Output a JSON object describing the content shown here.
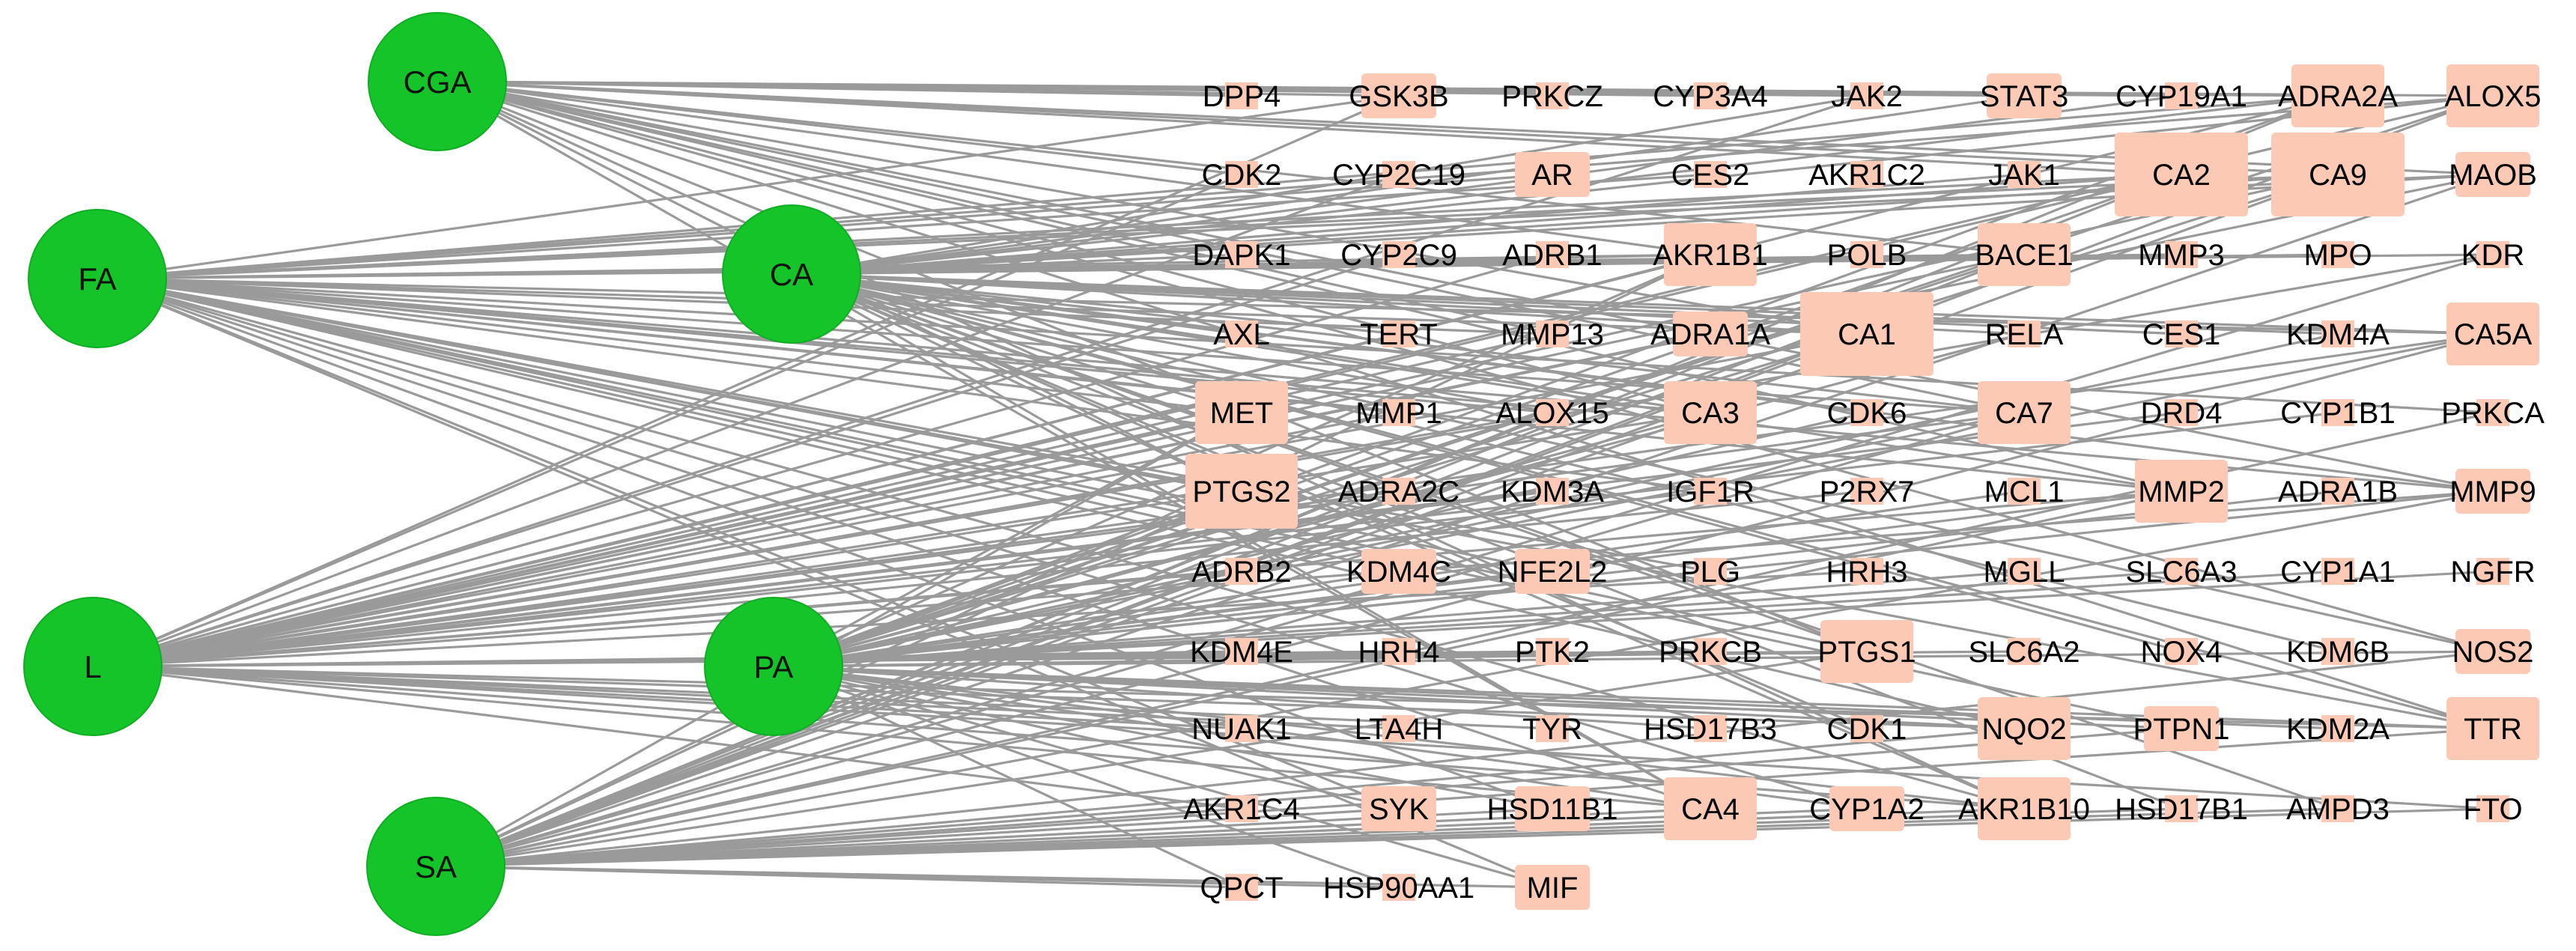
{
  "colors": {
    "compound_fill": "#14c428",
    "target_fill": "#fcc9b4",
    "edge": "#9a9a9a",
    "label": "#000000"
  },
  "compounds": [
    {
      "id": "CGA",
      "label": "CGA"
    },
    {
      "id": "FA",
      "label": "FA"
    },
    {
      "id": "CA",
      "label": "CA"
    },
    {
      "id": "L",
      "label": "L"
    },
    {
      "id": "PA",
      "label": "PA"
    },
    {
      "id": "SA",
      "label": "SA"
    }
  ],
  "targets": [
    [
      "DPP4",
      "GSK3B",
      "PRKCZ",
      "CYP3A4",
      "JAK2",
      "STAT3",
      "CYP19A1",
      "ADRA2A",
      "ALOX5"
    ],
    [
      "CDK2",
      "CYP2C19",
      "AR",
      "CES2",
      "AKR1C2",
      "JAK1",
      "CA2",
      "CA9",
      "MAOB"
    ],
    [
      "DAPK1",
      "CYP2C9",
      "ADRB1",
      "AKR1B1",
      "POLB",
      "BACE1",
      "MMP3",
      "MPO",
      "KDR"
    ],
    [
      "AXL",
      "TERT",
      "MMP13",
      "ADRA1A",
      "CA1",
      "RELA",
      "CES1",
      "KDM4A",
      "CA5A"
    ],
    [
      "MET",
      "MMP1",
      "ALOX15",
      "CA3",
      "CDK6",
      "CA7",
      "DRD4",
      "CYP1B1",
      "PRKCA"
    ],
    [
      "PTGS2",
      "ADRA2C",
      "KDM3A",
      "IGF1R",
      "P2RX7",
      "MCL1",
      "MMP2",
      "ADRA1B",
      "MMP9"
    ],
    [
      "ADRB2",
      "KDM4C",
      "NFE2L2",
      "PLG",
      "HRH3",
      "MGLL",
      "SLC6A3",
      "CYP1A1",
      "NGFR"
    ],
    [
      "KDM4E",
      "HRH4",
      "PTK2",
      "PRKCB",
      "PTGS1",
      "SLC6A2",
      "NOX4",
      "KDM6B",
      "NOS2"
    ],
    [
      "NUAK1",
      "LTA4H",
      "TYR",
      "HSD17B3",
      "CDK1",
      "NQO2",
      "PTPN1",
      "KDM2A",
      "TTR"
    ],
    [
      "AKR1C4",
      "SYK",
      "HSD11B1",
      "CA4",
      "CYP1A2",
      "AKR1B10",
      "HSD17B1",
      "AMPD3",
      "FTO"
    ],
    [
      "QPCT",
      "HSP90AA1",
      "MIF"
    ]
  ],
  "node_size": {
    "CA2": 4,
    "CA9": 4,
    "CA1": 4,
    "PTGS2": 3,
    "CA3": 2,
    "CA7": 2,
    "CA4": 2,
    "AKR1B10": 2,
    "AKR1B1": 2,
    "BACE1": 2,
    "PTGS1": 2,
    "MMP2": 2,
    "MET": 2,
    "ALOX5": 2,
    "CA5A": 2,
    "TTR": 2,
    "ADRA2A": 2,
    "NQO2": 2,
    "MAOB": 1,
    "MMP9": 1,
    "NOS2": 1,
    "CYP1A2": 1,
    "PTPN1": 1,
    "GSK3B": 1,
    "KDM4C": 1,
    "NFE2L2": 1,
    "MIF": 1,
    "SYK": 1,
    "HSD11B1": 1,
    "ADRA1A": 1,
    "STAT3": 1,
    "AR": 1
  },
  "edges": {
    "CGA": [
      "DPP4",
      "GSK3B",
      "CYP3A4",
      "JAK2",
      "STAT3",
      "CYP19A1",
      "ADRA2A",
      "ALOX5",
      "CA2",
      "CA9",
      "MAOB",
      "AKR1B1",
      "BACE1",
      "CA1",
      "CA3",
      "CA7",
      "MMP2",
      "PTGS2",
      "MMP9",
      "PTGS1",
      "NOS2",
      "TTR",
      "CA4",
      "AKR1B10",
      "MMP13",
      "CDK2"
    ],
    "FA": [
      "CA1",
      "CA2",
      "CA3",
      "CA4",
      "CA5A",
      "CA7",
      "CA9",
      "MMP2",
      "MMP9",
      "PTGS1",
      "PTGS2",
      "AKR1B1",
      "AKR1B10",
      "BACE1",
      "MMP1",
      "MMP3",
      "MMP13",
      "TTR",
      "ALOX5",
      "ADRA2A",
      "AR",
      "ALOX15",
      "KDM4C",
      "NFE2L2",
      "MET",
      "HSD11B1",
      "SYK",
      "MIF",
      "NQO2",
      "PTPN1",
      "CYP1A2",
      "KDR",
      "MAOB",
      "GSK3B",
      "CES2",
      "PRKCA",
      "PLG",
      "IGF1R"
    ],
    "CA": [
      "CA1",
      "CA2",
      "CA3",
      "CA4",
      "CA5A",
      "CA7",
      "CA9",
      "MMP2",
      "MMP9",
      "PTGS1",
      "PTGS2",
      "AKR1B1",
      "AKR1B10",
      "BACE1",
      "RELA",
      "STAT3",
      "ALOX5",
      "ADRA2A",
      "MAOB",
      "TTR",
      "NOS2",
      "MET",
      "ALOX15",
      "KDM4A",
      "JAK1",
      "JAK2",
      "CYP19A1",
      "MPO",
      "DAPK1",
      "AXL",
      "KDM6B",
      "HSD17B1",
      "CDK1",
      "CDK6",
      "TERT",
      "MMP3",
      "CES1",
      "AMPD3",
      "NOX4"
    ],
    "L": [
      "CA1",
      "CA2",
      "CA3",
      "CA4",
      "CA5A",
      "CA7",
      "CA9",
      "MMP2",
      "MMP9",
      "PTGS1",
      "PTGS2",
      "AKR1B1",
      "AKR1B10",
      "BACE1",
      "MET",
      "ALOX15",
      "ALOX5",
      "ADRA2A",
      "ADRA2C",
      "ADRA1A",
      "ADRB2",
      "ADRB1",
      "KDM4E",
      "NUAK1",
      "AKR1C4",
      "KDM3A",
      "MMP1",
      "MMP13",
      "HRH4",
      "HRH3",
      "LTA4H",
      "TYR",
      "PTK2",
      "PRKCB",
      "SLC6A2",
      "CDK2",
      "CYP2C19",
      "CYP2C9",
      "DRD4",
      "CYP1B1",
      "TTR",
      "NQO2",
      "KDR",
      "MAOB",
      "GSK3B",
      "JAK2",
      "IGF1R",
      "P2RX7",
      "FTO"
    ],
    "PA": [
      "CA1",
      "CA2",
      "CA3",
      "CA4",
      "CA5A",
      "CA7",
      "CA9",
      "MMP2",
      "MMP9",
      "PTGS1",
      "PTGS2",
      "AKR1B1",
      "AKR1B10",
      "BACE1",
      "TTR",
      "ALOX5",
      "ADRA2A",
      "NOS2",
      "MET",
      "HSD11B1",
      "SYK",
      "QPCT",
      "HSP90AA1",
      "MIF",
      "HSD17B3",
      "CYP1A2",
      "NQO2",
      "PTPN1",
      "KDM2A",
      "PLG",
      "MGLL",
      "SLC6A3",
      "CYP1A1",
      "NGFR",
      "MCL1",
      "ADRA1B",
      "NFE2L2",
      "KDM4C",
      "RELA",
      "CDK6",
      "KDM4A"
    ],
    "SA": [
      "CA1",
      "CA2",
      "CA3",
      "CA4",
      "CA5A",
      "CA7",
      "CA9",
      "MMP2",
      "MMP9",
      "PTGS1",
      "PTGS2",
      "AKR1B1",
      "AKR1B10",
      "BACE1",
      "TTR",
      "NQO2",
      "CYP1A2",
      "HSD11B1",
      "SYK",
      "MIF",
      "HSP90AA1",
      "QPCT",
      "AKR1C4",
      "PTPN1",
      "HSD17B1",
      "AMPD3",
      "FTO",
      "NOS2",
      "ALOX5",
      "ADRA2A",
      "MAOB",
      "KDR",
      "MET",
      "ALOX15",
      "PRKCA"
    ]
  }
}
